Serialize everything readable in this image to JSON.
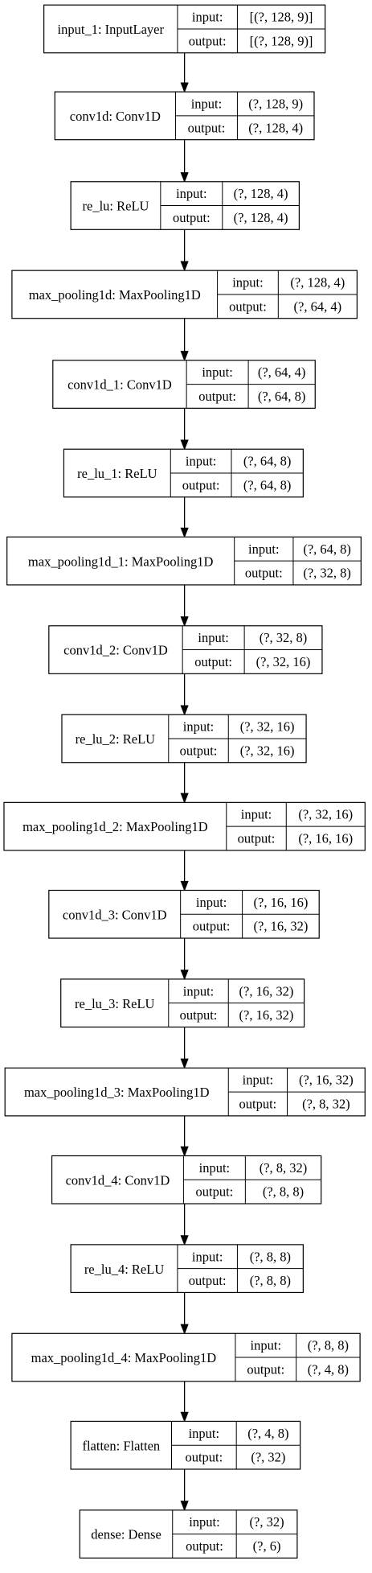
{
  "nodes": [
    {
      "name": "input_1: InputLayer",
      "input": "[(?, 128, 9)]",
      "output": "[(?, 128, 9)]"
    },
    {
      "name": "conv1d: Conv1D",
      "input": "(?, 128, 9)",
      "output": "(?, 128, 4)"
    },
    {
      "name": "re_lu: ReLU",
      "input": "(?, 128, 4)",
      "output": "(?, 128, 4)"
    },
    {
      "name": "max_pooling1d: MaxPooling1D",
      "input": "(?, 128, 4)",
      "output": "(?, 64, 4)"
    },
    {
      "name": "conv1d_1: Conv1D",
      "input": "(?, 64, 4)",
      "output": "(?, 64, 8)"
    },
    {
      "name": "re_lu_1: ReLU",
      "input": "(?, 64, 8)",
      "output": "(?, 64, 8)"
    },
    {
      "name": "max_pooling1d_1: MaxPooling1D",
      "input": "(?, 64, 8)",
      "output": "(?, 32, 8)"
    },
    {
      "name": "conv1d_2: Conv1D",
      "input": "(?, 32, 8)",
      "output": "(?, 32, 16)"
    },
    {
      "name": "re_lu_2: ReLU",
      "input": "(?, 32, 16)",
      "output": "(?, 32, 16)"
    },
    {
      "name": "max_pooling1d_2: MaxPooling1D",
      "input": "(?, 32, 16)",
      "output": "(?, 16, 16)"
    },
    {
      "name": "conv1d_3: Conv1D",
      "input": "(?, 16, 16)",
      "output": "(?, 16, 32)"
    },
    {
      "name": "re_lu_3: ReLU",
      "input": "(?, 16, 32)",
      "output": "(?, 16, 32)"
    },
    {
      "name": "max_pooling1d_3: MaxPooling1D",
      "input": "(?, 16, 32)",
      "output": "(?, 8, 32)"
    },
    {
      "name": "conv1d_4: Conv1D",
      "input": "(?, 8, 32)",
      "output": "(?, 8, 8)"
    },
    {
      "name": "re_lu_4: ReLU",
      "input": "(?, 8, 8)",
      "output": "(?, 8, 8)"
    },
    {
      "name": "max_pooling1d_4: MaxPooling1D",
      "input": "(?, 8, 8)",
      "output": "(?, 4, 8)"
    },
    {
      "name": "flatten: Flatten",
      "input": "(?, 4, 8)",
      "output": "(?, 32)"
    },
    {
      "name": "dense: Dense",
      "input": "(?, 32)",
      "output": "(?, 6)"
    }
  ],
  "labels": {
    "input": "input:",
    "output": "output:"
  },
  "colors": {
    "stroke": "#000000",
    "background": "#ffffff"
  }
}
